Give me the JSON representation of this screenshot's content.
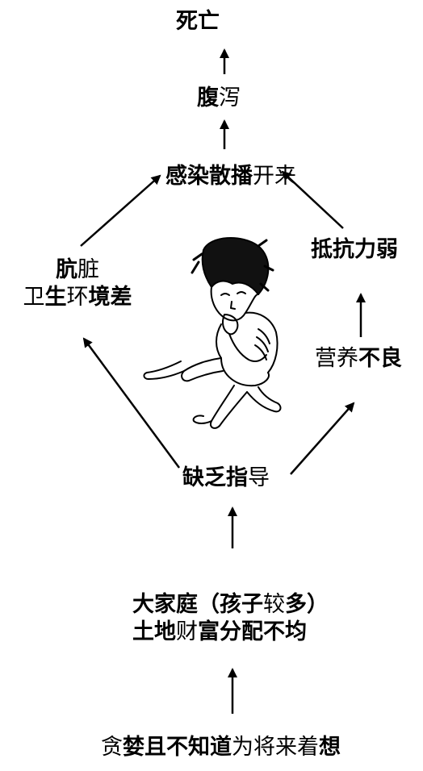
{
  "nodes": {
    "death": {
      "b1": "死亡"
    },
    "diarrhea": {
      "b1": "腹",
      "n1": "泻"
    },
    "infection": {
      "b1": "感染散播",
      "n1": "开来"
    },
    "dirty": {
      "l1_b": "肮",
      "l1_n": "脏",
      "l2_n1": "卫",
      "l2_b1": "生",
      "l2_n2": "环",
      "l2_b2": "境差"
    },
    "weak": {
      "b1": "抵抗力弱"
    },
    "malnutrition": {
      "n1": "营养",
      "b1": "不良"
    },
    "guidance": {
      "b1": "缺乏指",
      "n1": "导"
    },
    "family": {
      "l1_b": "大家庭（孩子",
      "l1_n": "较",
      "l1_b2": "多）",
      "l2_b": "土地",
      "l2_n": "财",
      "l2_b2": "富分配不均"
    },
    "root": {
      "n1": "贪",
      "b1": "婪且不知道",
      "n2": "为将来着",
      "b2": "想"
    }
  },
  "colors": {
    "ink": "#000000",
    "background": "#ffffff"
  },
  "illustration": "malnourished-child-sketch"
}
